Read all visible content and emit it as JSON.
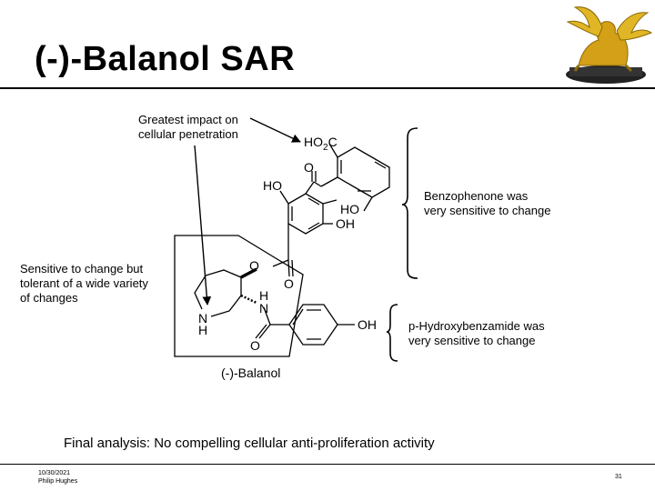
{
  "slide": {
    "title": "(-)-Balanol SAR",
    "final_analysis": "Final analysis: No compelling cellular anti-proliferation activity",
    "footer": {
      "date": "10/30/2021",
      "author": "Philip Hughes",
      "page": "31"
    }
  },
  "annotations": {
    "penetration": [
      "Greatest impact on",
      "cellular penetration"
    ],
    "benzophenone": [
      "Benzophenone was",
      "very sensitive to change"
    ],
    "azepane": [
      "Sensitive to change but",
      "tolerant of a wide variety",
      "of changes"
    ],
    "benzamide": [
      "p-Hydroxybenzamide was",
      "very sensitive to change"
    ]
  },
  "structure": {
    "name": "(-)-Balanol",
    "labels": {
      "co2h_left": "HO",
      "co2h_sub": "2",
      "co2h_right": "C",
      "ho": "HO",
      "oh": "OH",
      "o": "O",
      "n": "N",
      "h": "H"
    }
  },
  "colors": {
    "line": "#000000",
    "logo_gold": "#d4a017",
    "logo_dark": "#222222"
  },
  "icons": {
    "logo": "winged-lion-logo"
  }
}
